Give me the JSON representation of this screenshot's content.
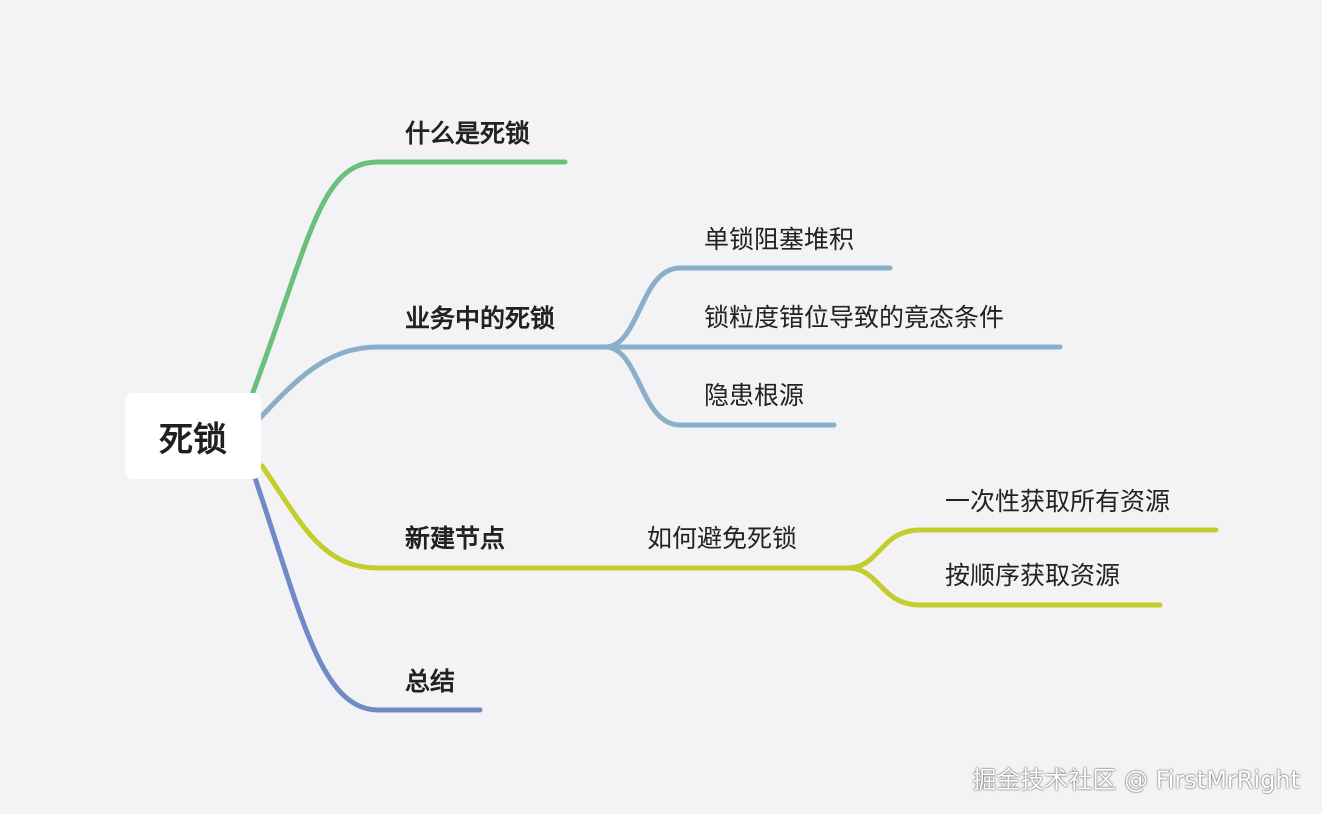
{
  "root": {
    "label": "死锁"
  },
  "branches": [
    {
      "label": "什么是死锁",
      "color": "#6cc07c"
    },
    {
      "label": "业务中的死锁",
      "color": "#8aafc8",
      "children": [
        {
          "label": "单锁阻塞堆积"
        },
        {
          "label": "锁粒度错位导致的竟态条件"
        },
        {
          "label": "隐患根源"
        }
      ]
    },
    {
      "label": "新建节点",
      "color": "#c3cd2b",
      "mid_label": "如何避免死锁",
      "children": [
        {
          "label": "一次性获取所有资源"
        },
        {
          "label": "按顺序获取资源"
        }
      ]
    },
    {
      "label": "总结",
      "color": "#6f8ac4"
    }
  ],
  "watermark": "掘金技术社区 @ FirstMrRight"
}
